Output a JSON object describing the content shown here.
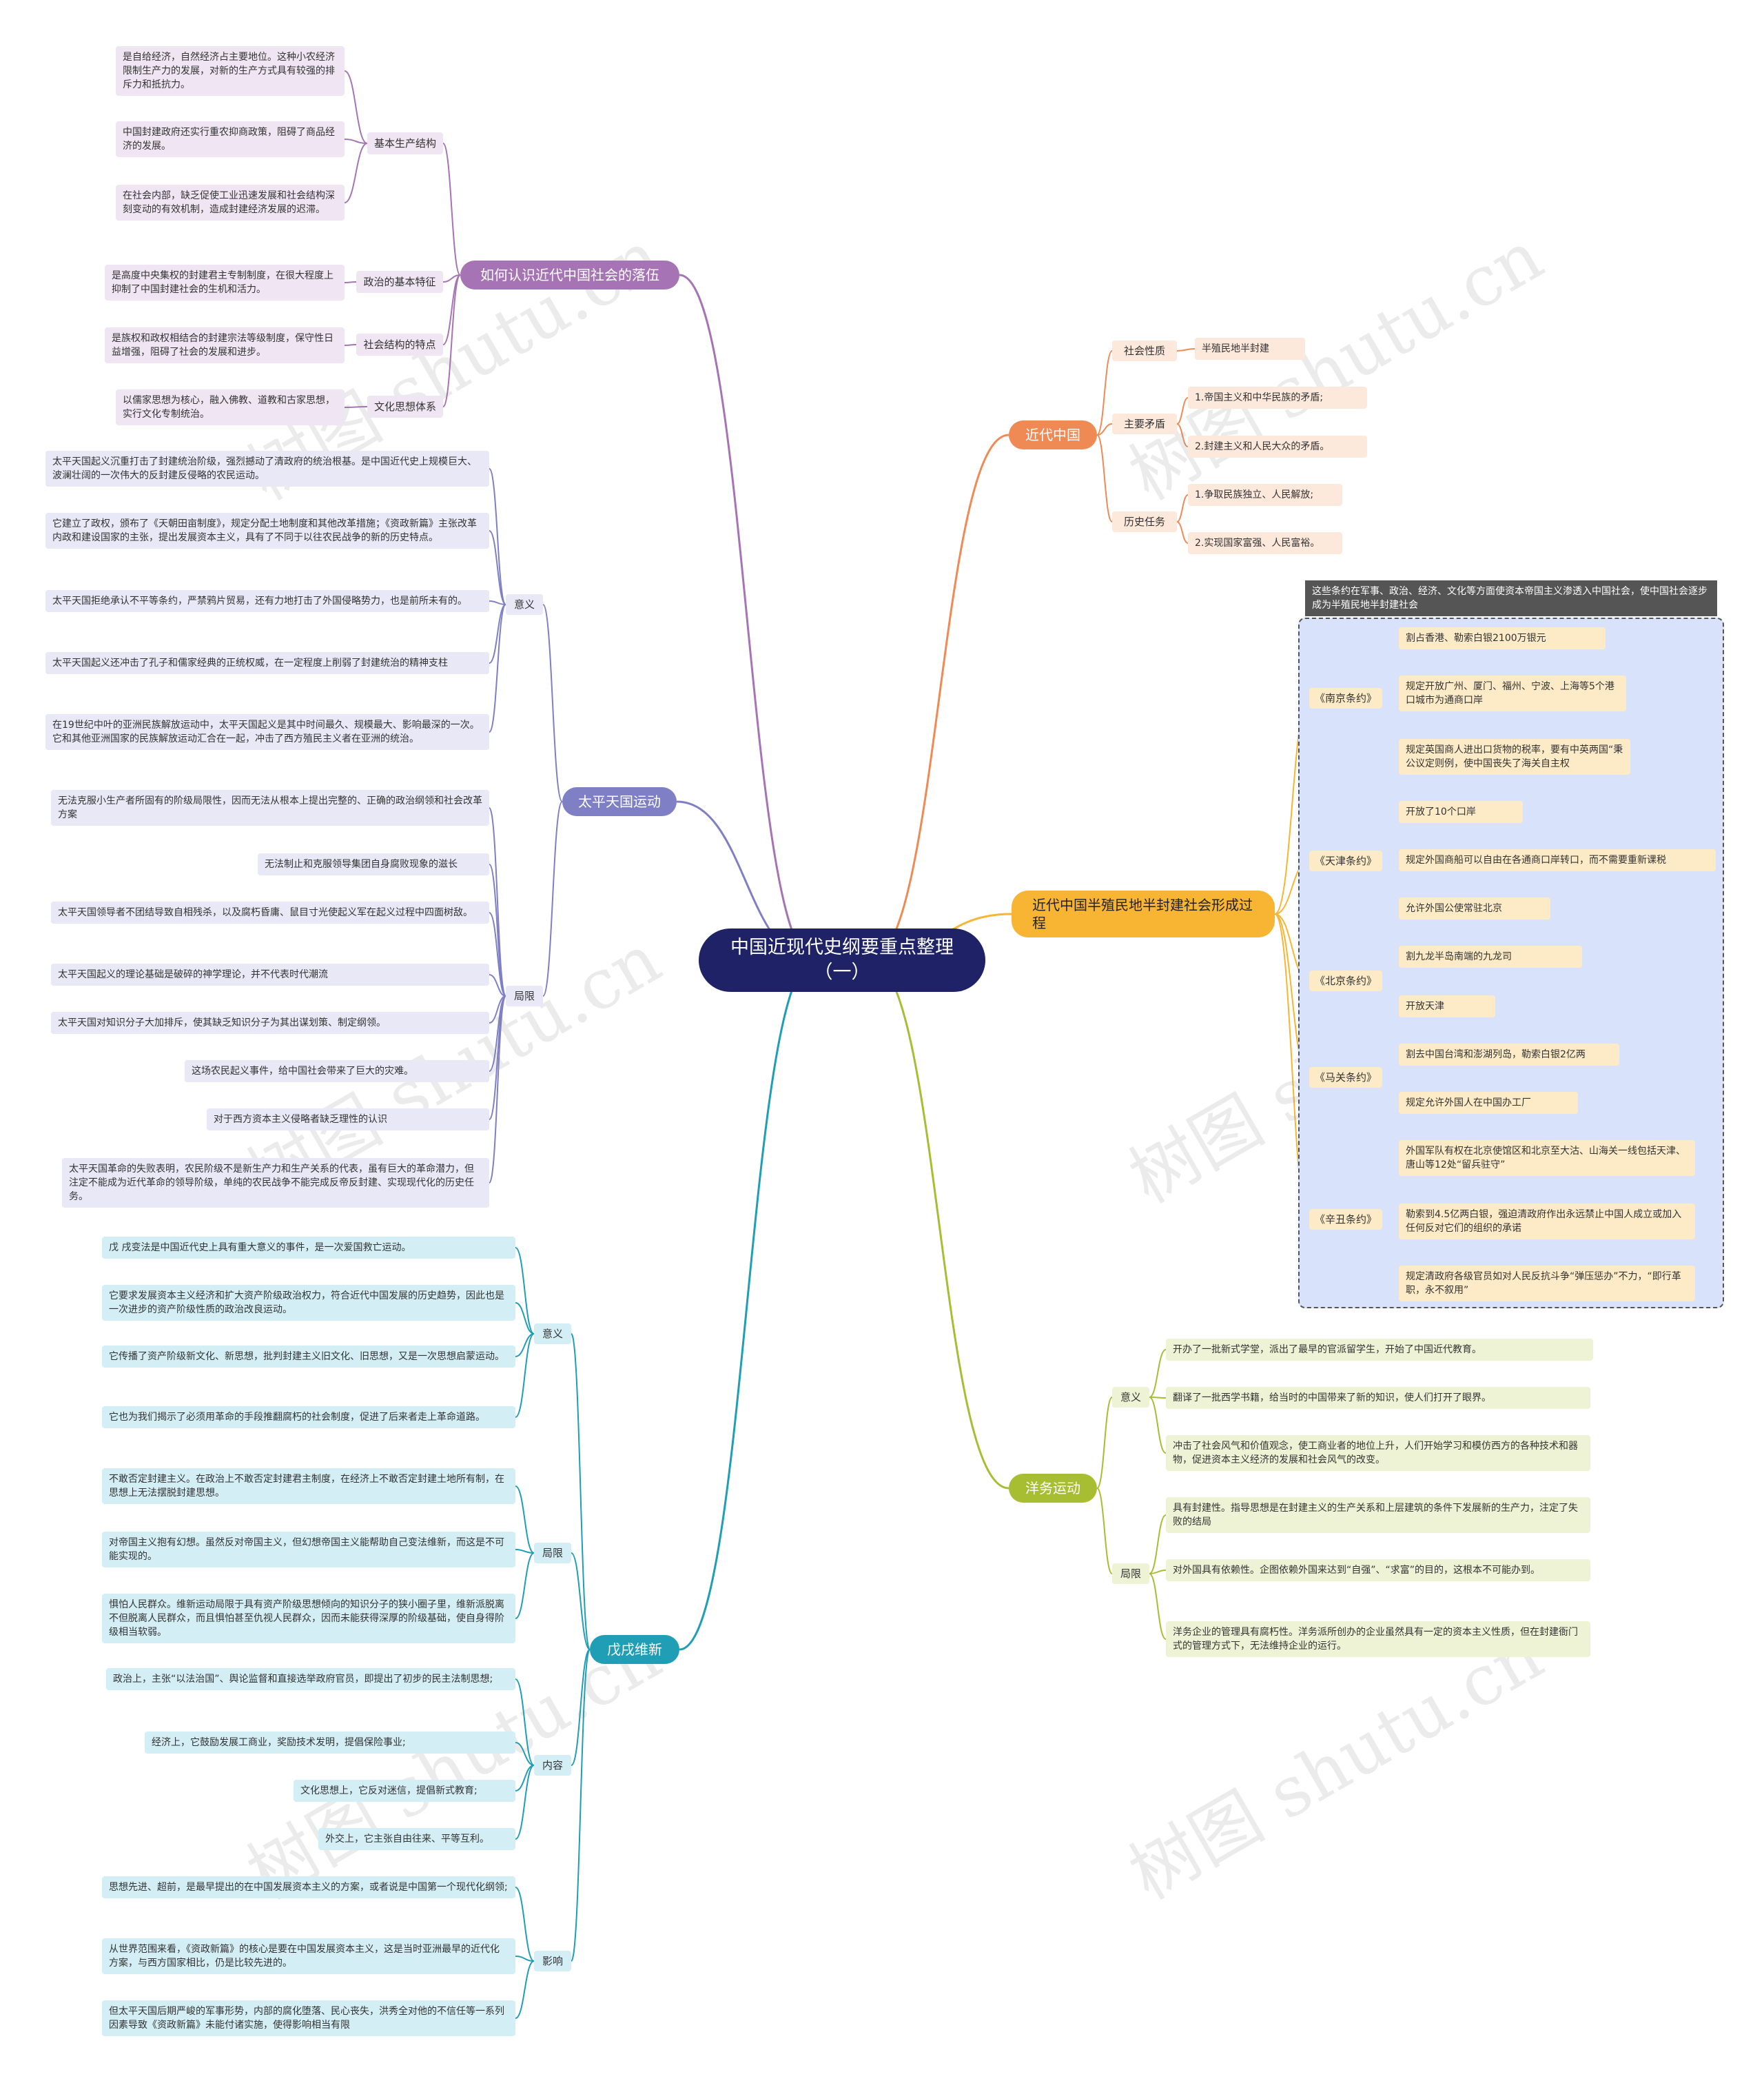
{
  "title": "中国近现代史纲要重点整理（一）",
  "watermark": "树图 shutu.cn",
  "colors": {
    "root": "#1f2266",
    "purple": "#a674b5",
    "orange": "#f08a55",
    "yellow": "#f7b533",
    "green": "#a7bd32",
    "teal": "#1f9eb6",
    "indigo": "#7f7fc6"
  },
  "branches": {
    "b1": {
      "label": "如何认识近代中国社会的落伍",
      "cats": [
        "基本生产结构",
        "政治的基本特征",
        "社会结构的特点",
        "文化思想体系"
      ],
      "leaves": [
        "是自给经济，自然经济占主要地位。这种小农经济限制生产力的发展，对新的生产方式具有较强的排斥力和抵抗力。",
        "中国封建政府还实行重农抑商政策，阻碍了商品经济的发展。",
        "在社会内部，缺乏促使工业迅速发展和社会结构深刻变动的有效机制，造成封建经济发展的迟滞。",
        "是高度中央集权的封建君主专制制度，在很大程度上抑制了中国封建社会的生机和活力。",
        "是族权和政权相结合的封建宗法等级制度，保守性日益增强，阻碍了社会的发展和进步。",
        "以儒家思想为核心，融入佛教、道教和古家思想，实行文化专制统治。"
      ]
    },
    "b2": {
      "label": "太平天国运动",
      "cats": [
        "意义",
        "局限"
      ],
      "yiyi": [
        "太平天国起义沉重打击了封建统治阶级，强烈撼动了清政府的统治根基。是中国近代史上规模巨大、波澜壮阔的一次伟大的反封建反侵略的农民运动。",
        "它建立了政权，颁布了《天朝田亩制度》，规定分配土地制度和其他改革措施；《资政新篇》主张改革内政和建设国家的主张，提出发展资本主义，具有了不同于以往农民战争的新的历史特点。",
        "太平天国拒绝承认不平等条约，严禁鸦片贸易，还有力地打击了外国侵略势力，也是前所未有的。",
        "太平天国起义还冲击了孔子和儒家经典的正统权威，在一定程度上削弱了封建统治的精神支柱",
        "在19世纪中叶的亚洲民族解放运动中，太平天国起义是其中时间最久、规模最大、影响最深的一次。它和其他亚洲国家的民族解放运动汇合在一起，冲击了西方殖民主义者在亚洲的统治。"
      ],
      "juxian": [
        "无法克服小生产者所固有的阶级局限性，因而无法从根本上提出完整的、正确的政治纲领和社会改革方案",
        "无法制止和克服领导集团自身腐败现象的滋长",
        "太平天国领导者不团结导致自相残杀，以及腐朽昏庸、鼠目寸光使起义军在起义过程中四面树敌。",
        "太平天国起义的理论基础是破碎的神学理论，并不代表时代潮流",
        "太平天国对知识分子大加排斥，使其缺乏知识分子为其出谋划策、制定纲领。",
        "这场农民起义事件，给中国社会带来了巨大的灾难。",
        "对于西方资本主义侵略者缺乏理性的认识",
        "太平天国革命的失败表明，农民阶级不是新生产力和生产关系的代表，虽有巨大的革命潜力，但注定不能成为近代革命的领导阶级，单纯的农民战争不能完成反帝反封建、实现现代化的历史任务。"
      ]
    },
    "b3": {
      "label": "戊戌维新",
      "cats": [
        "意义",
        "局限",
        "内容",
        "影响"
      ],
      "yiyi": [
        "戊 戌变法是中国近代史上具有重大意义的事件，是一次爱国救亡运动。",
        "它要求发展资本主义经济和扩大资产阶级政治权力，符合近代中国发展的历史趋势，因此也是一次进步的资产阶级性质的政治改良运动。",
        "它传播了资产阶级新文化、新思想，批判封建主义旧文化、旧思想，又是一次思想启蒙运动。",
        "它也为我们揭示了必须用革命的手段推翻腐朽的社会制度，促进了后来者走上革命道路。"
      ],
      "juxian": [
        "不敢否定封建主义。在政治上不敢否定封建君主制度，在经济上不敢否定封建土地所有制，在思想上无法摆脱封建思想。",
        "对帝国主义抱有幻想。虽然反对帝国主义，但幻想帝国主义能帮助自己变法维新，而这是不可能实现的。",
        "惧怕人民群众。维新运动局限于具有资产阶级思想倾向的知识分子的狭小圈子里，维新派脱离不但脱离人民群众，而且惧怕甚至仇视人民群众，因而未能获得深厚的阶级基础，使自身得阶级相当软弱。"
      ],
      "neirong": [
        "政治上，主张“以法治国”、舆论监督和直接选举政府官员，即提出了初步的民主法制思想;",
        "经济上，它鼓励发展工商业，奖励技术发明，提倡保险事业;",
        "文化思想上，它反对迷信，提倡新式教育;",
        "外交上，它主张自由往来、平等互利。"
      ],
      "yingxiang": [
        "思想先进、超前，是最早提出的在中国发展资本主义的方案，或者说是中国第一个现代化纲领;",
        "从世界范围来看，《资政新篇》的核心是要在中国发展资本主义，这是当时亚洲最早的近代化方案，与西方国家相比，仍是比较先进的。",
        "但太平天国后期严峻的军事形势，内部的腐化堕落、民心丧失，洪秀全对他的不信任等一系列因素导致《资政新篇》未能付诸实施，使得影响相当有限"
      ]
    },
    "b4": {
      "label": "近代中国",
      "cats": [
        "社会性质",
        "主要矛盾",
        "历史任务"
      ],
      "leaves": [
        "半殖民地半封建",
        "1.帝国主义和中华民族的矛盾;",
        "2.封建主义和人民大众的矛盾。",
        "1.争取民族独立、人民解放;",
        "2.实现国家富强、人民富裕。"
      ]
    },
    "b5": {
      "label": "近代中国半殖民地半封建社会形成过程",
      "note": "这些条约在军事、政治、经济、文化等方面使资本帝国主义渗透入中国社会，使中国社会逐步成为半殖民地半封建社会",
      "cats": [
        "《南京条约》",
        "《天津条约》",
        "《北京条约》",
        "《马关条约》",
        "《辛丑条约》"
      ],
      "leaves": [
        "割占香港、勒索白银2100万银元",
        "规定开放广州、厦门、福州、宁波、上海等5个港口城市为通商口岸",
        "规定英国商人进出口货物的税率，要有中英两国“秉公议定则例，使中国丧失了海关自主权",
        "开放了10个口岸",
        "规定外国商船可以自由在各通商口岸转口，而不需要重新课税",
        "允许外国公使常驻北京",
        "割九龙半岛南端的九龙司",
        "开放天津",
        "割去中国台湾和澎湖列岛，勒索白银2亿两",
        "规定允许外国人在中国办工厂",
        "外国军队有权在北京使馆区和北京至大沽、山海关一线包括天津、唐山等12处“留兵驻守”",
        "勒索到4.5亿两白银，强迫清政府作出永远禁止中国人成立或加入任何反对它们的组织的承诺",
        "规定清政府各级官员如对人民反抗斗争“弹压惩办”不力，“即行革职，永不叙用”"
      ]
    },
    "b6": {
      "label": "洋务运动",
      "cats": [
        "意义",
        "局限"
      ],
      "leaves": [
        "开办了一批新式学堂，派出了最早的官派留学生，开始了中国近代教育。",
        "翻译了一批西学书籍，给当时的中国带来了新的知识，使人们打开了眼界。",
        "冲击了社会风气和价值观念，使工商业者的地位上升，人们开始学习和模仿西方的各种技术和器物，促进资本主义经济的发展和社会风气的改变。",
        "具有封建性。指导思想是在封建主义的生产关系和上层建筑的条件下发展新的生产力，注定了失败的结局",
        "对外国具有依赖性。企图依赖外国来达到“自强”、“求富”的目的，这根本不可能办到。",
        "洋务企业的管理具有腐朽性。洋务派所创办的企业虽然具有一定的资本主义性质，但在封建衙门式的管理方式下，无法维持企业的运行。"
      ]
    }
  }
}
